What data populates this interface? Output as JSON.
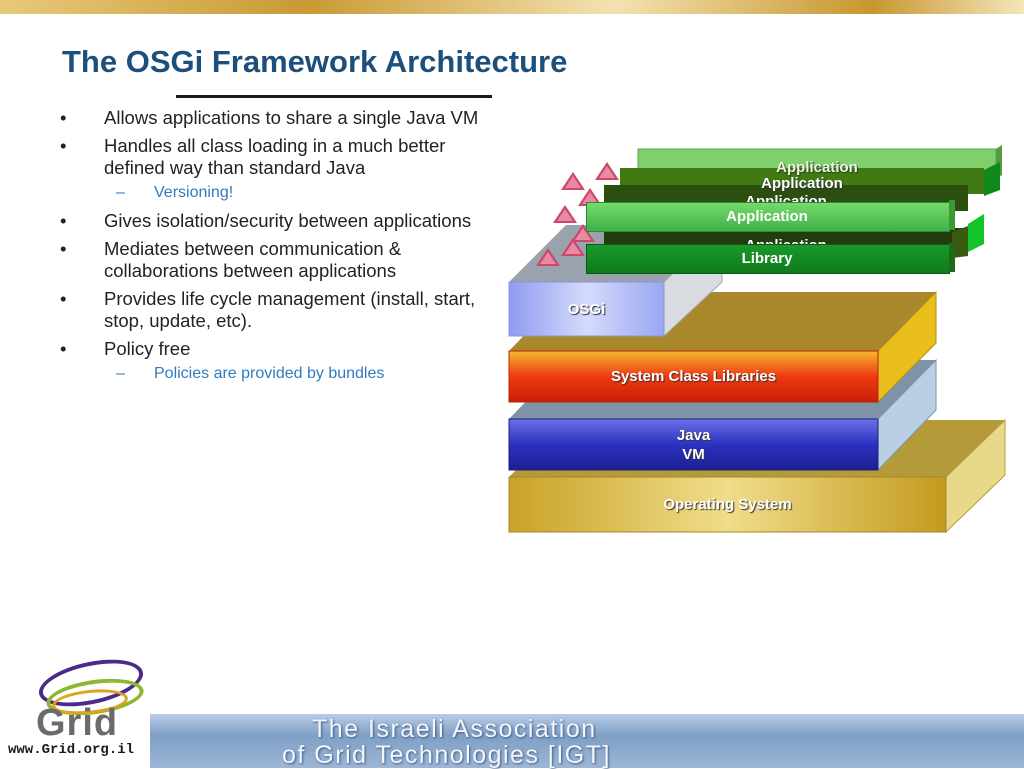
{
  "slide": {
    "title": "The OSGi Framework Architecture"
  },
  "bullets": [
    {
      "text": "Allows applications to share a single Java VM",
      "sub": []
    },
    {
      "text": "Handles all class loading in a much better defined way than standard Java",
      "sub": [
        "Versioning!"
      ]
    },
    {
      "text": "Gives isolation/security between applications",
      "sub": []
    },
    {
      "text": "Mediates between communication & collaborations between applications",
      "sub": []
    },
    {
      "text": "Provides life cycle management (install, start, stop, update, etc).",
      "sub": []
    },
    {
      "text": "Policy free",
      "sub": [
        "Policies are provided by bundles"
      ]
    }
  ],
  "bullet_marker": "•",
  "sub_marker": "–",
  "diagram": {
    "layers": {
      "os": "Operating System",
      "java": "Java VM",
      "java_l1": "Java",
      "java_l2": "VM",
      "scl": "System Class Libraries",
      "osgi": "OSGi",
      "library": "Library",
      "application": "Application"
    }
  },
  "footer": {
    "association_line1": "The Israeli Association",
    "association_line2": "of Grid Technologies [IGT]",
    "logo_word": "Grid",
    "url": "www.Grid.org.il"
  },
  "colors": {
    "title": "#1d4f7c",
    "sub_bullet": "#2f7bbf",
    "os": "#c9a227",
    "java": "#2f33b8",
    "scl": "#e23a0e",
    "osgi": "#a7b4f2",
    "app_green": "#3fb24a",
    "library_green": "#0f7a1c"
  }
}
